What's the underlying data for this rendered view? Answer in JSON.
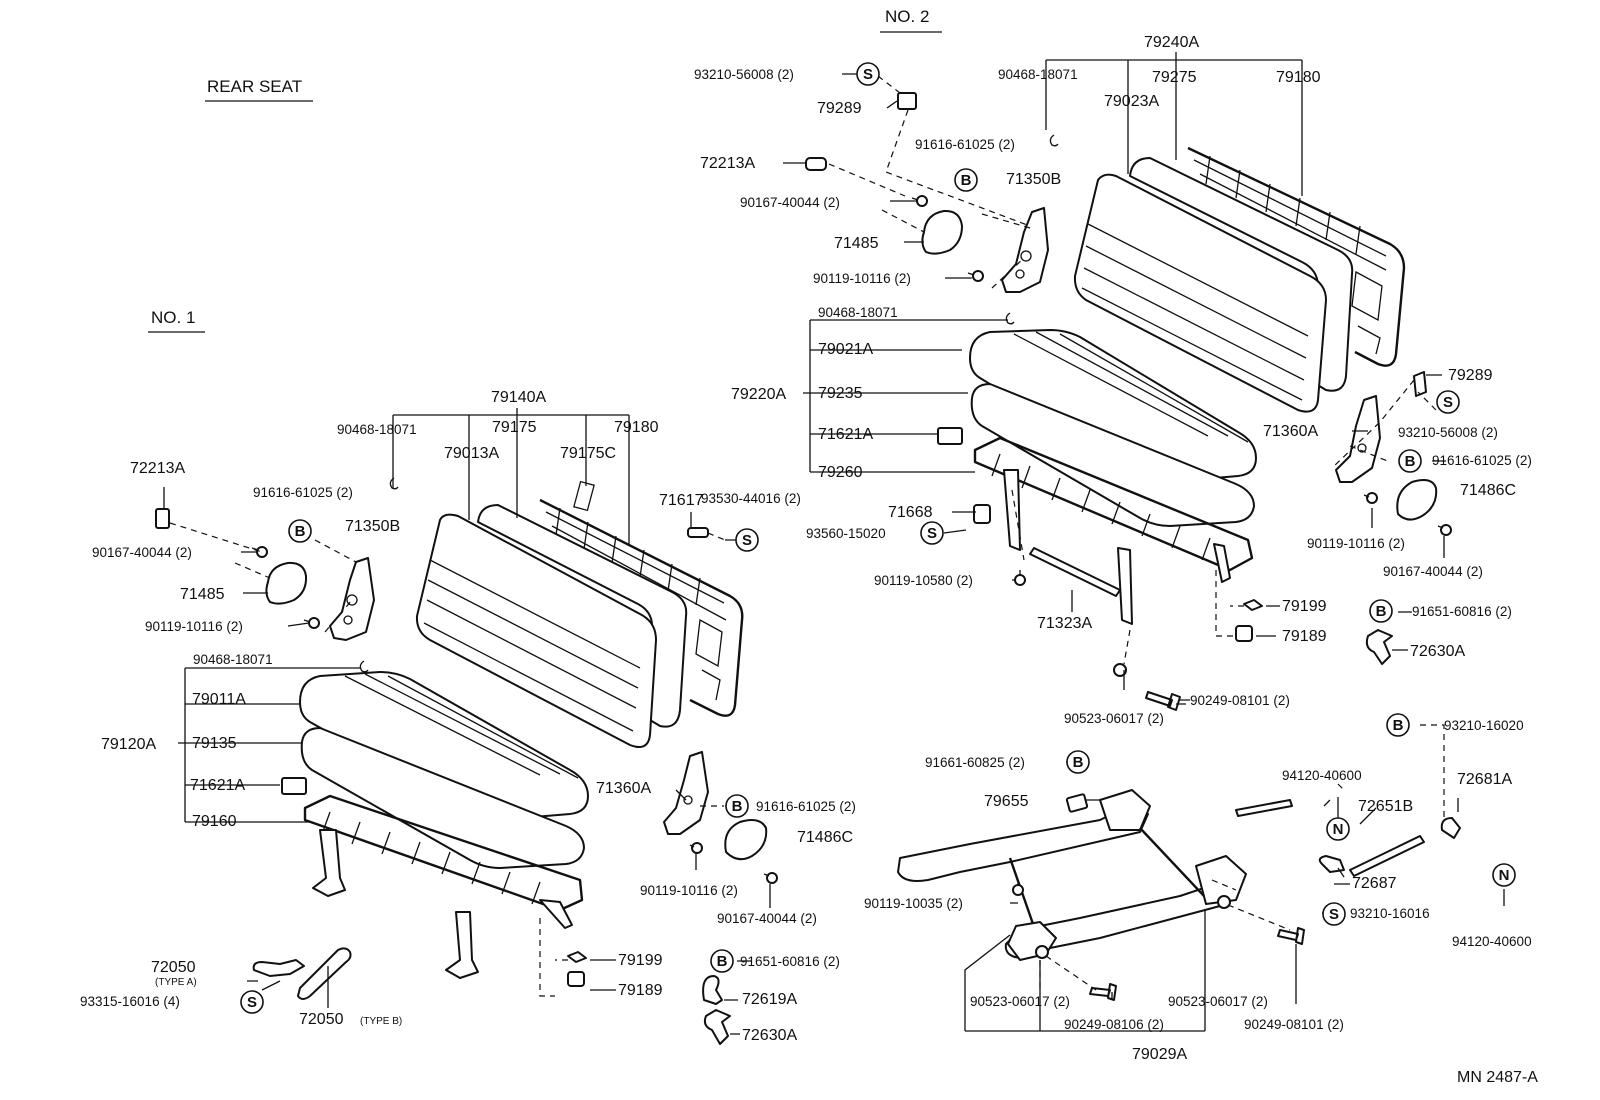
{
  "headings": {
    "rear_seat": "REAR SEAT",
    "no1": "NO. 1",
    "no2": "NO. 2",
    "ref_code": "MN 2487-A"
  },
  "no1": {
    "assembly_back": "79140A",
    "back_sub": [
      "90468-18071",
      "79013A",
      "79175",
      "79175C",
      "79180"
    ],
    "assembly_cushion": "79120A",
    "cushion_sub": [
      "90468-18071",
      "79011A",
      "79135",
      "71621A",
      "79160"
    ],
    "left": [
      "72213A",
      "91616-61025 (2)",
      "71350B",
      "90167-40044 (2)",
      "71485",
      "90119-10116 (2)"
    ],
    "top_right": [
      "71617",
      "93530-44016 (2)"
    ],
    "right": [
      "71360A",
      "91616-61025 (2)",
      "71486C",
      "90119-10116 (2)",
      "90167-40044 (2)"
    ],
    "bottom": [
      "79199",
      "79189",
      "91651-60816 (2)",
      "72619A",
      "72630A"
    ],
    "legs": [
      "72050",
      "(TYPE A)",
      "93315-16016 (4)",
      "72050",
      "(TYPE B)"
    ]
  },
  "no2": {
    "assembly_back": "79240A",
    "back_sub": [
      "90468-18071",
      "79023A",
      "79275",
      "79180"
    ],
    "top_left": [
      "93210-56008 (2)",
      "79289",
      "72213A",
      "91616-61025 (2)",
      "71350B",
      "90167-40044 (2)",
      "71485",
      "90119-10116 (2)"
    ],
    "assembly_cushion": "79220A",
    "cushion_sub": [
      "90468-18071",
      "79021A",
      "79235",
      "71621A",
      "79260"
    ],
    "mid_left": [
      "71668",
      "93560-15020",
      "90119-10580 (2)",
      "71323A"
    ],
    "right": [
      "79289",
      "93210-56008 (2)",
      "71360A",
      "91616-61025 (2)",
      "71486C",
      "90119-10116 (2)",
      "90167-40044 (2)"
    ],
    "mid_bottom": [
      "79199",
      "79189",
      "91651-60816 (2)",
      "72630A",
      "90249-08101 (2)",
      "90523-06017 (2)"
    ],
    "frame": [
      "91661-60825 (2)",
      "79655",
      "90119-10035 (2)",
      "90523-06017 (2)",
      "90249-08106 (2)",
      "90523-06017 (2)",
      "90249-08101 (2)",
      "79029A"
    ],
    "frame_right": [
      "93210-16020",
      "94120-40600",
      "72681A",
      "72651B",
      "72687",
      "93210-16016",
      "94120-40600"
    ]
  },
  "bubbles": {
    "b": "B",
    "s": "S",
    "n": "N"
  },
  "colors": {
    "ink": "#111111",
    "paper": "#ffffff"
  }
}
